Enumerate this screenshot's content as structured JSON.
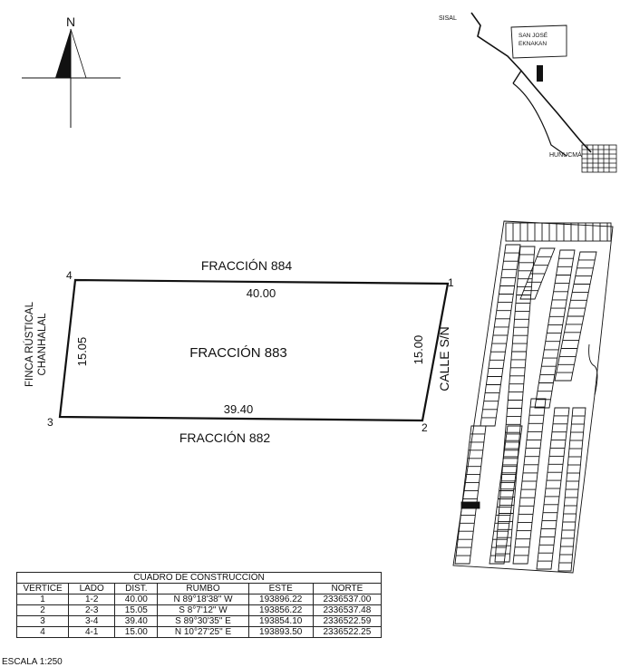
{
  "north": {
    "label": "N"
  },
  "parcel": {
    "center_label": "FRACCIÓN 883",
    "top_neighbor": "FRACCIÓN 884",
    "bottom_neighbor": "FRACCIÓN 882",
    "left_neighbor_line1": "FINCA RÚSTICAL",
    "left_neighbor_line2": "CHANHALAL",
    "right_neighbor": "CALLE S/N",
    "side_top": "40.00",
    "side_right": "15.00",
    "side_bottom": "39.40",
    "side_left": "15.05",
    "vertices": [
      "1",
      "2",
      "3",
      "4"
    ]
  },
  "location_map": {
    "town_1": "SISAL",
    "town_2_line1": "SAN JOSÉ",
    "town_2_line2": "EKNAKAN",
    "town_3": "HUNUCMÁ"
  },
  "table": {
    "title": "CUADRO DE CONSTRUCCIÓN",
    "headers": [
      "VERTICE",
      "LADO",
      "DIST.",
      "RUMBO",
      "ESTE",
      "NORTE"
    ],
    "rows": [
      [
        "1",
        "1-2",
        "40.00",
        "N 89°18'38\" W",
        "193896.22",
        "2336537.00"
      ],
      [
        "2",
        "2-3",
        "15.05",
        "S 8°7'12\" W",
        "193856.22",
        "2336537.48"
      ],
      [
        "3",
        "3-4",
        "39.40",
        "S 89°30'35\" E",
        "193854.10",
        "2336522.59"
      ],
      [
        "4",
        "4-1",
        "15.00",
        "N 10°27'25\" E",
        "193893.50",
        "2336522.25"
      ]
    ]
  },
  "scale": "ESCALA 1:250"
}
